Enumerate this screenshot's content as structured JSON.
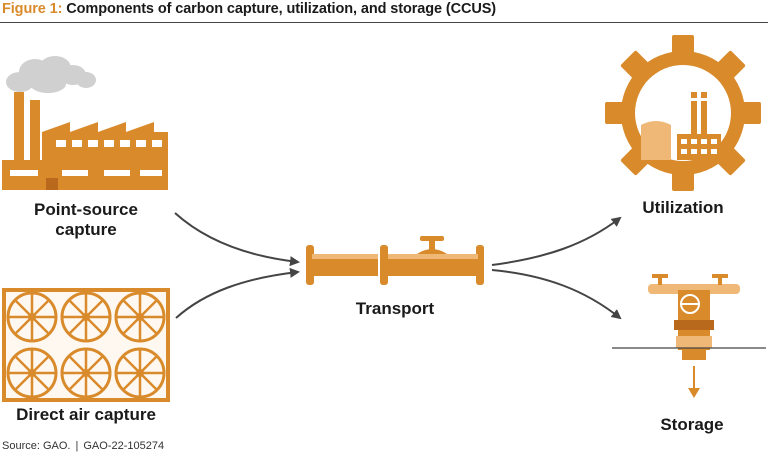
{
  "figure": {
    "number_label": "Figure 1:",
    "title": "Components of carbon capture, utilization, and storage (CCUS)"
  },
  "components": {
    "point_source": {
      "line1": "Point-source",
      "line2": "capture",
      "icon": "factory-icon"
    },
    "direct_air": {
      "label": "Direct air capture",
      "icon": "fan-array-icon"
    },
    "transport": {
      "label": "Transport",
      "icon": "pipeline-icon"
    },
    "utilization": {
      "label": "Utilization",
      "icon": "gear-factory-icon"
    },
    "storage": {
      "label": "Storage",
      "icon": "wellhead-icon"
    }
  },
  "source": {
    "text": "Source: GAO.",
    "separator": "|",
    "report": "GAO-22-105274"
  },
  "colors": {
    "orange": "#d98a2b",
    "light_orange": "#efb877",
    "dark_orange": "#b8691c",
    "arrow": "#444444",
    "smoke": "#cfcfcf"
  }
}
